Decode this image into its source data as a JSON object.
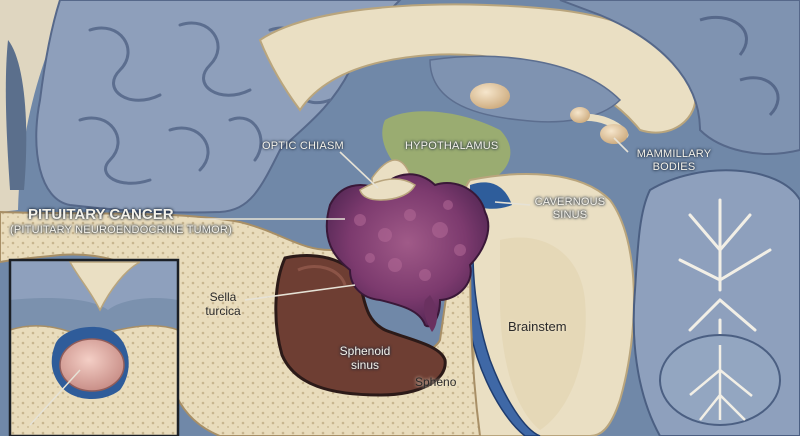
{
  "labels": {
    "optic_chiasm": "OPTIC CHIASM",
    "hypothalamus": "HYPOTHALAMUS",
    "mammillary_line1": "MAMMILLARY",
    "mammillary_line2": "BODIES",
    "pituitary_cancer": "PITUITARY CANCER",
    "pituitary_subtitle": "(PITUITARY NEUROENDOCRINE TUMOR)",
    "cavernous_line1": "CAVERNOUS",
    "cavernous_line2": "SINUS",
    "sella_line1": "Sella",
    "sella_line2": "turcica",
    "brainstem": "Brainstem",
    "sphenoid_line1": "Sphenoid",
    "sphenoid_line2": "sinus",
    "spheno": "Spheno"
  },
  "colors": {
    "brain": "#8e9fbb",
    "bone": "#eadfc3",
    "tumor": "#7c3a6e",
    "hypothalamus": "#9fb06a",
    "sinus": "#6e3e33",
    "leader": "#e6e2d6"
  }
}
